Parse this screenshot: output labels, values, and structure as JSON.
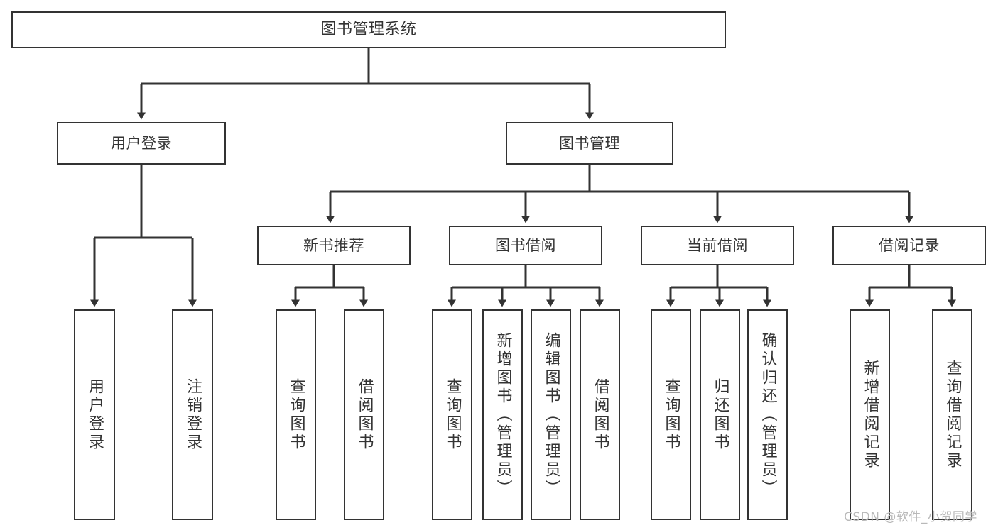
{
  "diagram": {
    "title": "图书管理系统",
    "type": "hierarchy-tree",
    "root": {
      "label": "图书管理系统"
    },
    "level2": [
      {
        "label": "用户登录"
      },
      {
        "label": "图书管理"
      }
    ],
    "level3": [
      {
        "label": "新书推荐"
      },
      {
        "label": "图书借阅"
      },
      {
        "label": "当前借阅"
      },
      {
        "label": "借阅记录"
      }
    ],
    "leaves": {
      "user_login": [
        {
          "label": "用户登录"
        },
        {
          "label": "注销登录"
        }
      ],
      "new_book_recommend": [
        {
          "label": "查询图书"
        },
        {
          "label": "借阅图书"
        }
      ],
      "book_borrow": [
        {
          "label": "查询图书"
        },
        {
          "label": "新增图书（管理员）"
        },
        {
          "label": "编辑图书（管理员）"
        },
        {
          "label": "借阅图书"
        }
      ],
      "current_borrow": [
        {
          "label": "查询图书"
        },
        {
          "label": "归还图书"
        },
        {
          "label": "确认归还（管理员）"
        }
      ],
      "borrow_record": [
        {
          "label": "新增借阅记录"
        },
        {
          "label": "查询借阅记录"
        }
      ]
    },
    "watermark": "CSDN @软件_小贺同学",
    "colors": {
      "border": "#333333",
      "background": "#ffffff",
      "text": "#333333",
      "connector": "#333333",
      "watermark": "#b9b9b9"
    }
  }
}
